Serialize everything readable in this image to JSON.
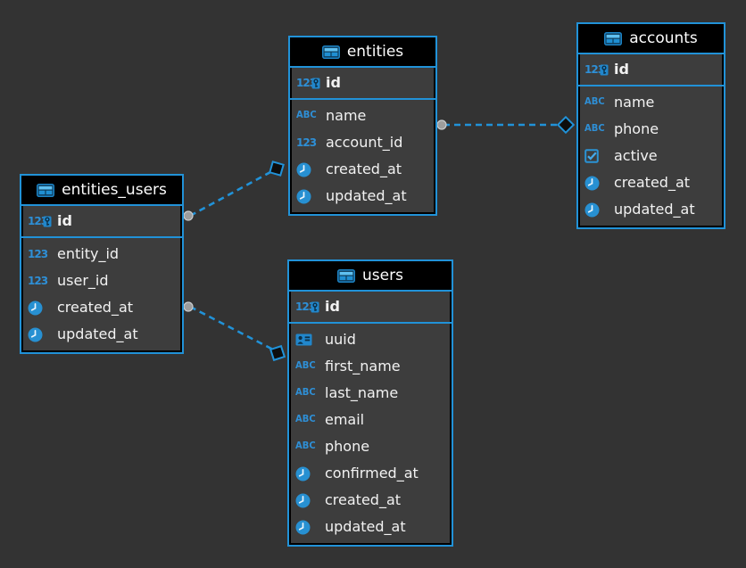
{
  "diagram_title": "database-er-diagram",
  "colors": {
    "background": "#333333",
    "table_body": "#3d3d3d",
    "table_header": "#000000",
    "accent_blue": "#2192d8",
    "icon_blue": "#2e8fd6",
    "text": "#f2f2f2",
    "relation_circle_fill": "#9d9d9d",
    "relation_diamond_fill": "#0d0d0d"
  },
  "icon_glyphs": {
    "text": "ABC",
    "number": "123"
  },
  "tables": {
    "entities": {
      "title": "entities",
      "pk": {
        "name": "id",
        "type": "number"
      },
      "columns": [
        {
          "name": "name",
          "type": "text"
        },
        {
          "name": "account_id",
          "type": "number"
        },
        {
          "name": "created_at",
          "type": "datetime"
        },
        {
          "name": "updated_at",
          "type": "datetime"
        }
      ]
    },
    "accounts": {
      "title": "accounts",
      "pk": {
        "name": "id",
        "type": "number"
      },
      "columns": [
        {
          "name": "name",
          "type": "text"
        },
        {
          "name": "phone",
          "type": "text"
        },
        {
          "name": "active",
          "type": "boolean"
        },
        {
          "name": "created_at",
          "type": "datetime"
        },
        {
          "name": "updated_at",
          "type": "datetime"
        }
      ]
    },
    "entities_users": {
      "title": "entities_users",
      "pk": {
        "name": "id",
        "type": "number"
      },
      "columns": [
        {
          "name": "entity_id",
          "type": "number"
        },
        {
          "name": "user_id",
          "type": "number"
        },
        {
          "name": "created_at",
          "type": "datetime"
        },
        {
          "name": "updated_at",
          "type": "datetime"
        }
      ]
    },
    "users": {
      "title": "users",
      "pk": {
        "name": "id",
        "type": "number"
      },
      "columns": [
        {
          "name": "uuid",
          "type": "uuid"
        },
        {
          "name": "first_name",
          "type": "text"
        },
        {
          "name": "last_name",
          "type": "text"
        },
        {
          "name": "email",
          "type": "text"
        },
        {
          "name": "phone",
          "type": "text"
        },
        {
          "name": "confirmed_at",
          "type": "datetime"
        },
        {
          "name": "created_at",
          "type": "datetime"
        },
        {
          "name": "updated_at",
          "type": "datetime"
        }
      ]
    }
  },
  "relations": [
    {
      "from": "entities",
      "to": "accounts",
      "from_marker": "circle",
      "to_marker": "diamond",
      "line_style": "dashed"
    },
    {
      "from": "entities_users",
      "to": "entities",
      "from_marker": "circle",
      "to_marker": "diamond",
      "line_style": "dashed"
    },
    {
      "from": "entities_users",
      "to": "users",
      "from_marker": "circle",
      "to_marker": "diamond",
      "line_style": "dashed"
    }
  ]
}
